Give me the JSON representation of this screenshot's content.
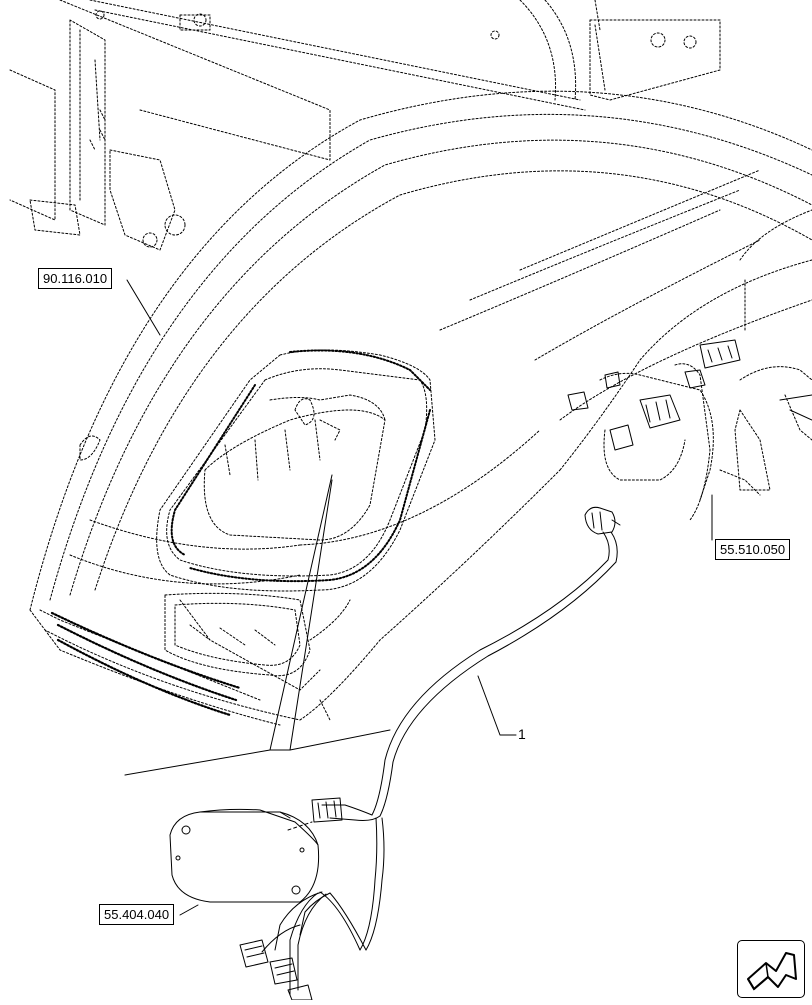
{
  "diagram": {
    "callouts": [
      {
        "id": "fender-ref",
        "text": "90.116.010"
      },
      {
        "id": "harness-ref",
        "text": "55.510.050"
      },
      {
        "id": "lamp-ref",
        "text": "55.404.040"
      }
    ],
    "item_number": "1"
  },
  "icons": {
    "nav": "navigate-arrow-icon"
  },
  "colors": {
    "line": "#000000",
    "background": "#ffffff"
  }
}
